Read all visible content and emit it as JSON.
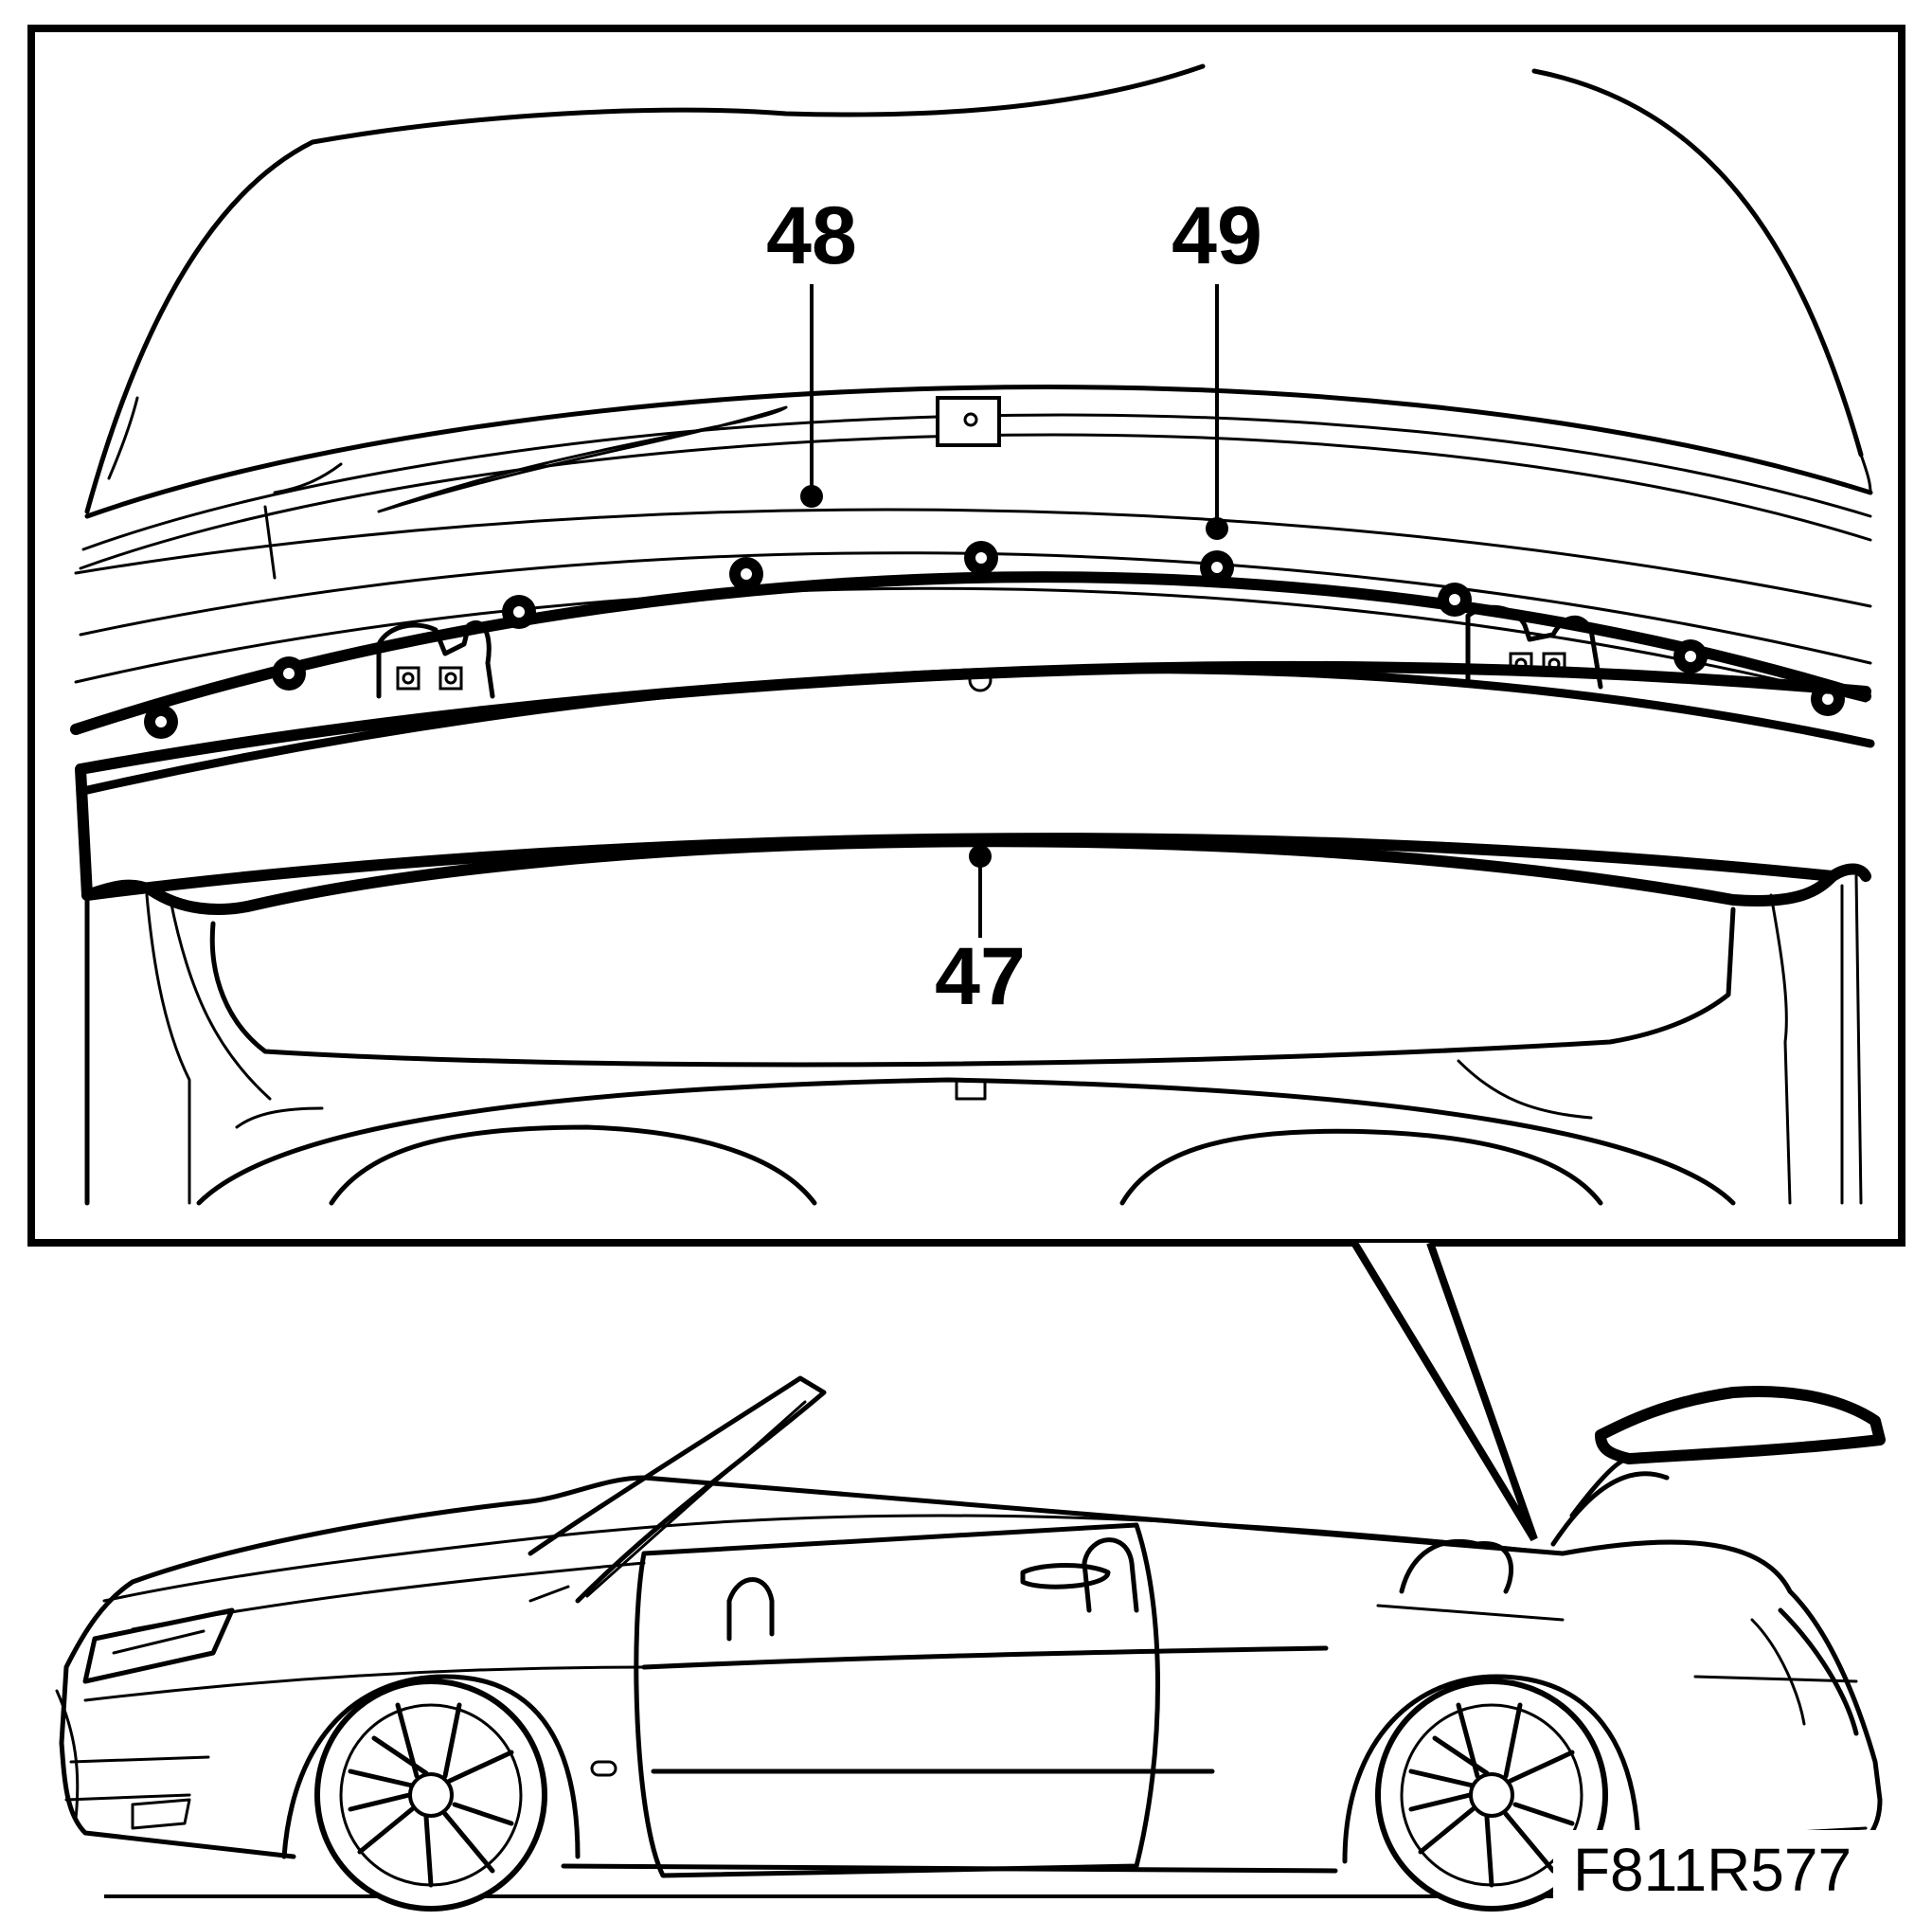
{
  "figure_code": "F811R577",
  "callouts": [
    {
      "id": "c48",
      "label": "48",
      "part": "rear-trim-panel-upper-edge"
    },
    {
      "id": "c49",
      "label": "49",
      "part": "fastener-clip"
    },
    {
      "id": "c47",
      "label": "47",
      "part": "rear-parcel-shelf-cover"
    }
  ],
  "colors": {
    "line": "#000000",
    "background": "#ffffff"
  }
}
